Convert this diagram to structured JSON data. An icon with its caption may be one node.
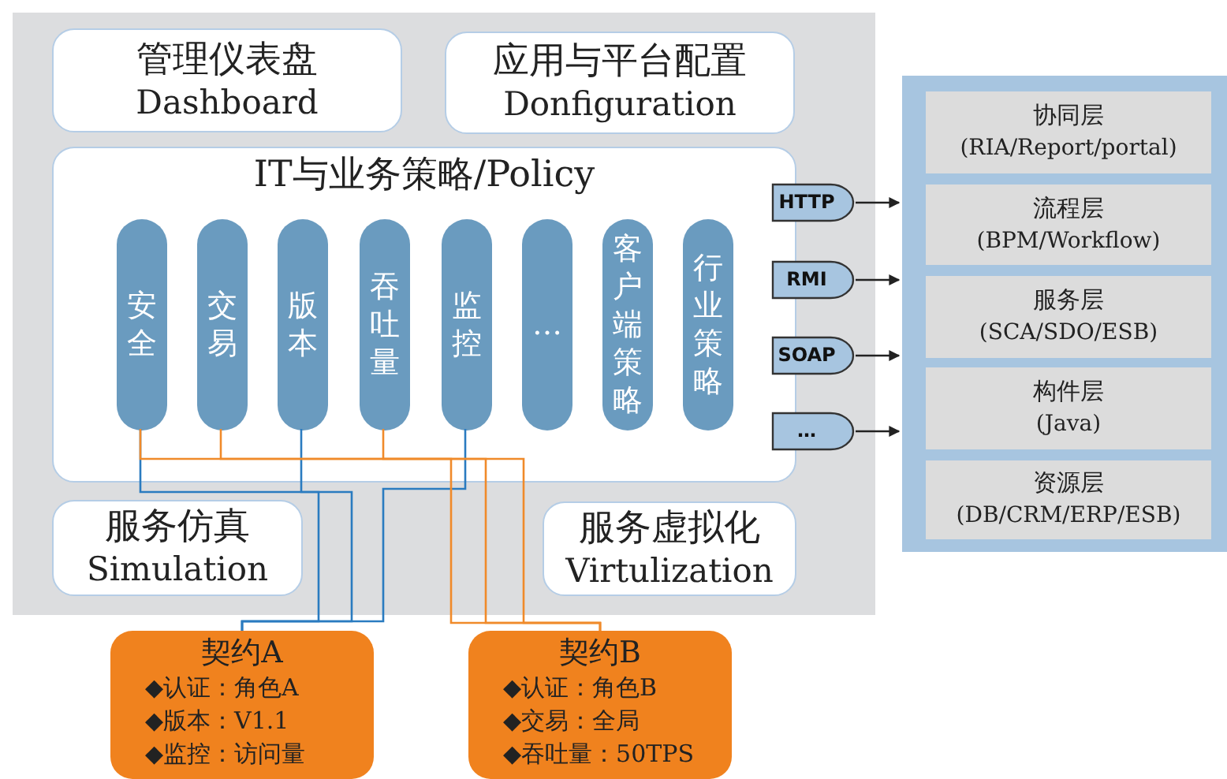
{
  "diagram": {
    "nodes": [
      {
        "text": [],
        "shape": "box"
      },
      {
        "text": [
          "管理仪表盘",
          "Dashboard"
        ],
        "in": 0
      },
      {
        "text": [
          "应用与平台配置",
          "Donfiguration"
        ],
        "in": 0
      },
      {
        "text": [
          "IT与业务策略/Policy"
        ],
        "in": 0
      },
      {
        "text": [
          "安全"
        ],
        "in": 3
      },
      {
        "text": [
          "交易"
        ],
        "in": 3
      },
      {
        "text": [
          "版本"
        ],
        "in": 3
      },
      {
        "text": [
          "吞吐量"
        ],
        "in": 3
      },
      {
        "text": [
          "监控"
        ],
        "in": 3
      },
      {
        "text": [
          "…"
        ],
        "in": 3
      },
      {
        "text": [
          "客户端策略"
        ],
        "in": 3
      },
      {
        "text": [
          "行业策略"
        ],
        "in": 3
      },
      {
        "text": [
          "服务仿真",
          "Simulation"
        ],
        "in": 0
      },
      {
        "text": [
          "服务虚拟化",
          "Virtulization"
        ],
        "in": 0
      },
      {
        "text": [
          "契约A",
          "◆认证：角色A",
          "◆版本：V1.1",
          "◆监控：访问量"
        ]
      },
      {
        "text": [
          "契约B",
          "◆认证：角色B",
          "◆交易：全局",
          "◆吞吐量：50TPS"
        ]
      },
      {
        "text": [
          "HTTP"
        ],
        "in": 0
      },
      {
        "text": [
          "RMI"
        ],
        "in": 0
      },
      {
        "text": [
          "SOAP"
        ],
        "in": 0
      },
      {
        "text": [
          "…"
        ],
        "in": 0
      },
      {
        "text": [],
        "shape": "box"
      },
      {
        "text": [
          "协同层",
          "(RIA/Report/portal)"
        ],
        "in": 20
      },
      {
        "text": [
          "流程层",
          "(BPM/Workflow)"
        ],
        "in": 20
      },
      {
        "text": [
          "服务层",
          "(SCA/SDO/ESB)"
        ],
        "in": 20
      },
      {
        "text": [
          "构件层",
          "(Java)"
        ],
        "in": 20
      },
      {
        "text": [
          "资源层",
          "(DB/CRM/ERP/ESB)"
        ],
        "in": 20
      }
    ],
    "edges": [
      {
        "from": 16,
        "to": 20,
        "arrow": "to"
      },
      {
        "from": 17,
        "to": 20,
        "arrow": "to"
      },
      {
        "from": 18,
        "to": 20,
        "arrow": "to"
      },
      {
        "from": 19,
        "to": 20,
        "arrow": "to"
      },
      {
        "from": 4,
        "to": 14,
        "arrow": "none",
        "color": "#2a7bc0"
      },
      {
        "from": 6,
        "to": 14,
        "arrow": "none",
        "color": "#2a7bc0"
      },
      {
        "from": 8,
        "to": 14,
        "arrow": "none",
        "color": "#2a7bc0"
      },
      {
        "from": 4,
        "to": 15,
        "arrow": "none",
        "color": "#f08a2a"
      },
      {
        "from": 5,
        "to": 15,
        "arrow": "none",
        "color": "#f08a2a"
      },
      {
        "from": 7,
        "to": 15,
        "arrow": "none",
        "color": "#f08a2a"
      }
    ]
  }
}
